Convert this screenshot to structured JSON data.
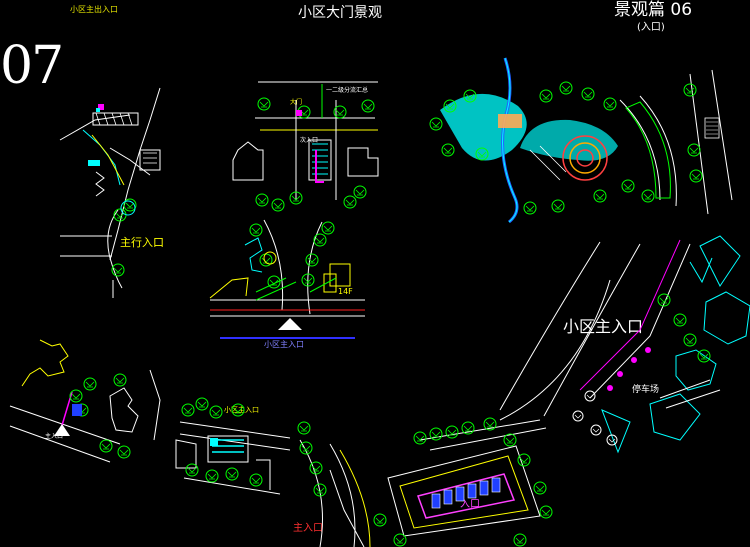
{
  "header": {
    "page_number": "07",
    "title": "小区大门景观",
    "section": "景观篇 06",
    "section_sub": "(入口)"
  },
  "plan_labels": {
    "top_left": "小区主出入口",
    "side_gate": "主行入口",
    "center_road": "一二级分流汇总",
    "center_gate": "大门",
    "center_left": "次入口",
    "center_bottom": "小区主入口",
    "center_building": "14F",
    "main_entrance_big": "小区主入口",
    "bottom_center": "主入口",
    "bottom_mid": "小区主入口",
    "bottom_right_plaza": "入口",
    "right_small": "停车场",
    "bottom_left_small": "主入口"
  },
  "colors": {
    "background": "#000000",
    "green": "#00ff00",
    "cyan": "#00ffff",
    "yellow": "#ffff00",
    "magenta": "#ff00ff",
    "white": "#ffffff",
    "blue": "#4040ff",
    "red": "#ff2020"
  }
}
